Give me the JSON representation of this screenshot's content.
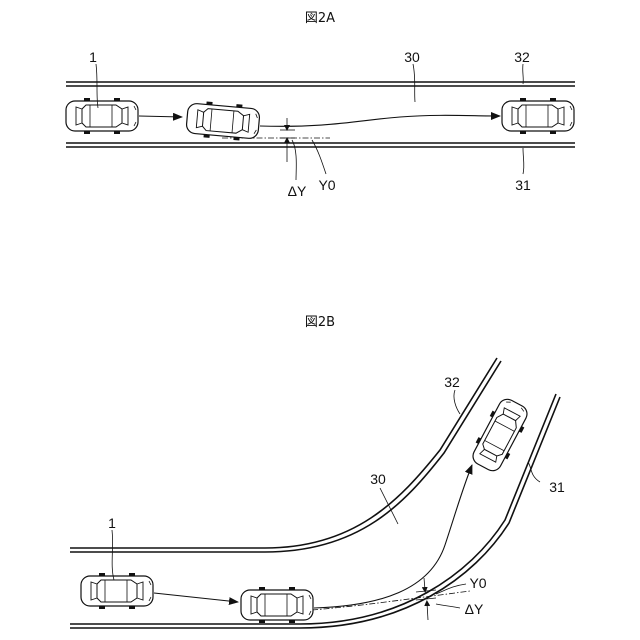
{
  "figure_a": {
    "title": "図2A",
    "labels": {
      "vehicle": "1",
      "lane": "30",
      "right_line": "31",
      "left_line": "32",
      "offset": "ΔY",
      "target_line": "Y0"
    }
  },
  "figure_b": {
    "title": "図2B",
    "labels": {
      "vehicle": "1",
      "lane": "30",
      "right_line": "31",
      "left_line": "32",
      "offset": "ΔY",
      "target_line": "Y0"
    }
  }
}
